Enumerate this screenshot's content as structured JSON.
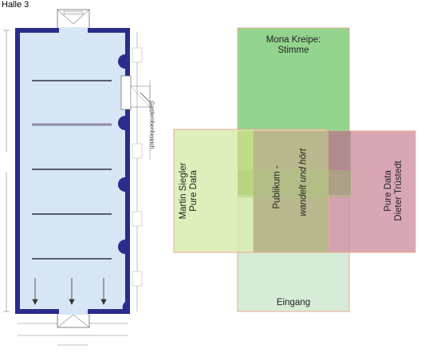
{
  "title": "Halle 3",
  "floorplan": {
    "side_note": "Garderobenbereich",
    "rows": [
      {
        "style": "dark"
      },
      {
        "style": "grey"
      },
      {
        "style": "dark"
      },
      {
        "style": "dark"
      },
      {
        "style": "dark"
      }
    ]
  },
  "zones": {
    "top": {
      "label": "Mona Kreipe:\nStimme",
      "color": "#8fd38a"
    },
    "left": {
      "label": "Martin Siegler\nPure Data",
      "color": "#d9ecb0"
    },
    "center": {
      "label_line1": "Publikum -",
      "label_line2": "wandelt und hört",
      "color": "#b7b58a"
    },
    "right": {
      "label": "Pure Data\nDieter Trüstedt",
      "color": "#d297a8"
    },
    "bottom": {
      "label": "Eingang",
      "color": "#d7ecd6"
    }
  }
}
